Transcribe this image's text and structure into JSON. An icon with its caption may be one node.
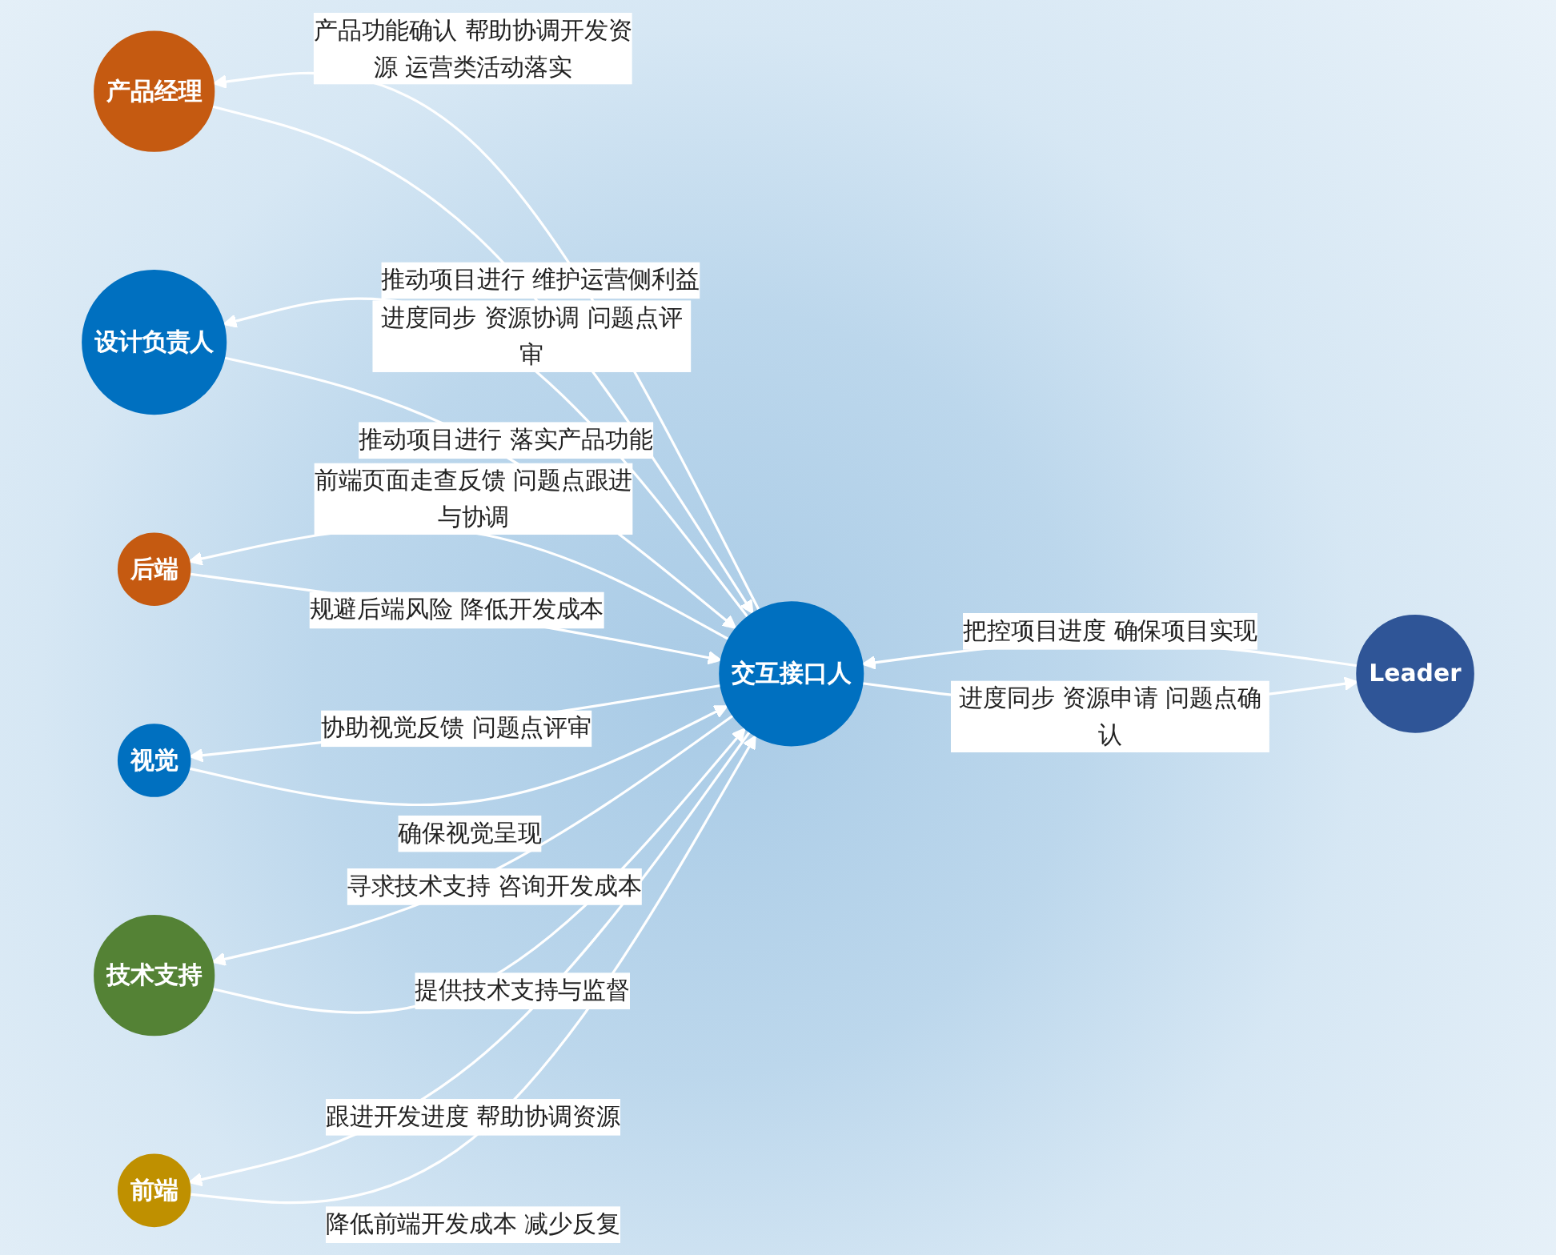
{
  "diagram": {
    "nodes": [
      {
        "text": [
          "Leader"
        ]
      },
      {
        "text": [
          "产品经理"
        ]
      },
      {
        "text": [
          "设计负责人"
        ]
      },
      {
        "text": [
          "交互接口人"
        ]
      },
      {
        "text": [
          "后端"
        ]
      },
      {
        "text": [
          "视觉"
        ]
      },
      {
        "text": [
          "技术支持"
        ]
      },
      {
        "text": [
          "前端"
        ]
      }
    ],
    "edges": [
      {
        "from": 0,
        "to": 3,
        "arrow": "to",
        "label": "把控项目进度 确保项目实现"
      },
      {
        "from": 3,
        "to": 0,
        "arrow": "to",
        "label": "进度同步 资源申请 问题点确认"
      },
      {
        "from": 1,
        "to": 3,
        "arrow": "to",
        "label": "推动项目进行 维护运营侧利益"
      },
      {
        "from": 3,
        "to": 1,
        "arrow": "to",
        "label": "产品功能确认 帮助协调开发资源 运营类活动落实"
      },
      {
        "from": 3,
        "to": 2,
        "arrow": "to",
        "label": "进度同步 资源协调 问题点评审"
      },
      {
        "from": 2,
        "to": 3,
        "arrow": "to",
        "label": "推动项目进行 落实产品功能"
      },
      {
        "from": 4,
        "to": 3,
        "arrow": "to",
        "label": "规避后端风险 降低开发成本"
      },
      {
        "from": 3,
        "to": 4,
        "arrow": "to",
        "label": "前端页面走查反馈 问题点跟进与协调"
      },
      {
        "from": 3,
        "to": 5,
        "arrow": "to",
        "label": "协助视觉反馈 问题点评审"
      },
      {
        "from": 5,
        "to": 3,
        "arrow": "to",
        "label": "确保视觉呈现"
      },
      {
        "from": 3,
        "to": 6,
        "arrow": "to",
        "label": "寻求技术支持 咨询开发成本"
      },
      {
        "from": 6,
        "to": 3,
        "arrow": "to",
        "label": "提供技术支持与监督"
      },
      {
        "from": 7,
        "to": 3,
        "arrow": "to",
        "label": "降低前端开发成本 减少反复"
      },
      {
        "from": 3,
        "to": 7,
        "arrow": "to",
        "label": "跟进开发进度 帮助协调资源"
      }
    ]
  }
}
